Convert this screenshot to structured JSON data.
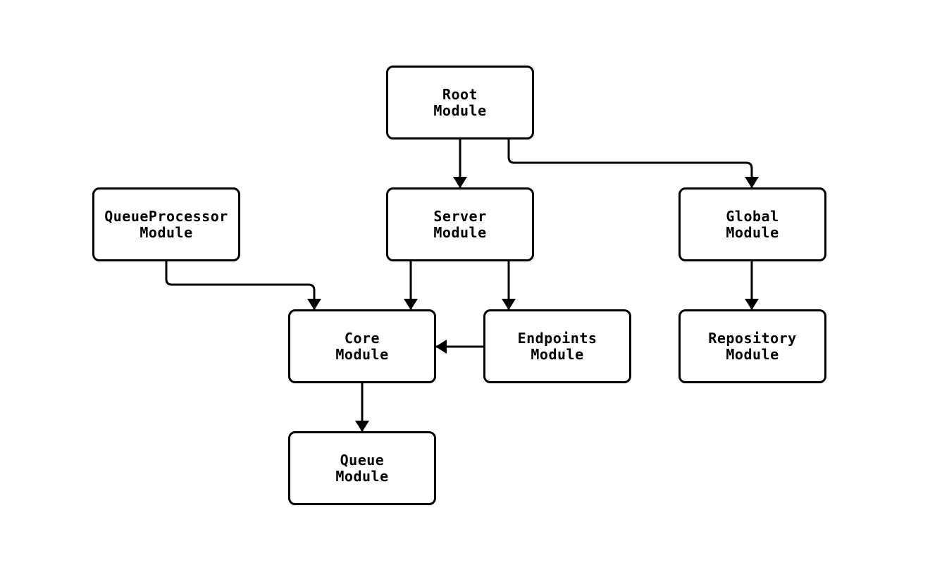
{
  "diagram": {
    "kind": "flowchart",
    "direction": "top-down",
    "background_color": "#ffffff",
    "node_fill_color": "#ffffff",
    "node_border_color": "#000000",
    "edge_color": "#000000",
    "arrowhead_color": "#000000",
    "text_color": "#000000",
    "nodes": [
      {
        "id": "root",
        "label": "Root\nModule"
      },
      {
        "id": "queueprocessor",
        "label": "QueueProcessor\nModule"
      },
      {
        "id": "server",
        "label": "Server\nModule"
      },
      {
        "id": "global",
        "label": "Global\nModule"
      },
      {
        "id": "core",
        "label": "Core\nModule"
      },
      {
        "id": "endpoints",
        "label": "Endpoints\nModule"
      },
      {
        "id": "repository",
        "label": "Repository\nModule"
      },
      {
        "id": "queue",
        "label": "Queue\nModule"
      }
    ],
    "edges": [
      {
        "from": "root",
        "to": "server"
      },
      {
        "from": "root",
        "to": "global"
      },
      {
        "from": "queueprocessor",
        "to": "core"
      },
      {
        "from": "server",
        "to": "core"
      },
      {
        "from": "server",
        "to": "endpoints"
      },
      {
        "from": "endpoints",
        "to": "core"
      },
      {
        "from": "global",
        "to": "repository"
      },
      {
        "from": "core",
        "to": "queue"
      }
    ]
  }
}
